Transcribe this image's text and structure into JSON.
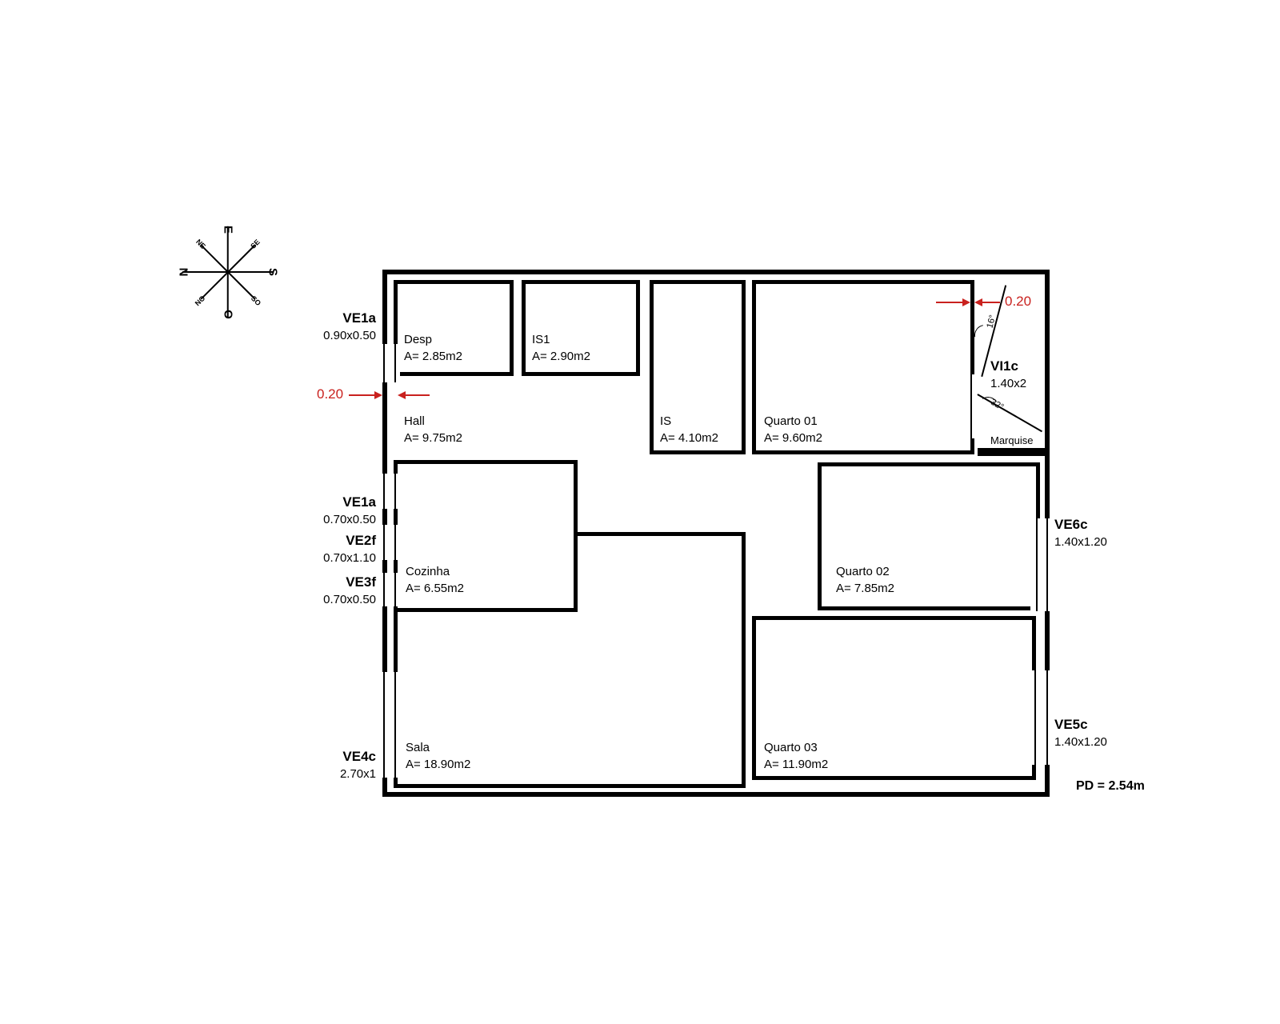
{
  "colors": {
    "dimension_red": "#c9211e",
    "line_black": "#000000"
  },
  "compass": {
    "e": "E",
    "n": "N",
    "s": "S",
    "o": "O",
    "ne": "NE",
    "se": "SE",
    "so": "SO",
    "no": "NO"
  },
  "rooms": [
    {
      "name": "Desp",
      "area": "A= 2.85m2"
    },
    {
      "name": "IS1",
      "area": "A= 2.90m2"
    },
    {
      "name": "IS",
      "area": "A= 4.10m2"
    },
    {
      "name": "Quarto 01",
      "area": "A= 9.60m2"
    },
    {
      "name": "Hall",
      "area": "A= 9.75m2"
    },
    {
      "name": "Cozinha",
      "area": "A= 6.55m2"
    },
    {
      "name": "Quarto 02",
      "area": "A= 7.85m2"
    },
    {
      "name": "Sala",
      "area": "A= 18.90m2"
    },
    {
      "name": "Quarto 03",
      "area": "A= 11.90m2"
    },
    {
      "name": "Marquise",
      "area": ""
    }
  ],
  "windows": {
    "ve1a_top": {
      "code": "VE1a",
      "size": "0.90x0.50"
    },
    "ve1a_mid": {
      "code": "VE1a",
      "size": "0.70x0.50"
    },
    "ve2f": {
      "code": "VE2f",
      "size": "0.70x1.10"
    },
    "ve3f": {
      "code": "VE3f",
      "size": "0.70x0.50"
    },
    "ve4c": {
      "code": "VE4c",
      "size": "2.70x1"
    },
    "ve5c": {
      "code": "VE5c",
      "size": "1.40x1.20"
    },
    "ve6c": {
      "code": "VE6c",
      "size": "1.40x1.20"
    },
    "vi1c": {
      "code": "VI1c",
      "size": "1.40x2"
    }
  },
  "annotations": {
    "wall_thickness_left": "0.20",
    "wall_thickness_top": "0.20",
    "ceiling_height": "PD = 2.54m",
    "angle_upper": "16°",
    "angle_lower": "32°"
  }
}
